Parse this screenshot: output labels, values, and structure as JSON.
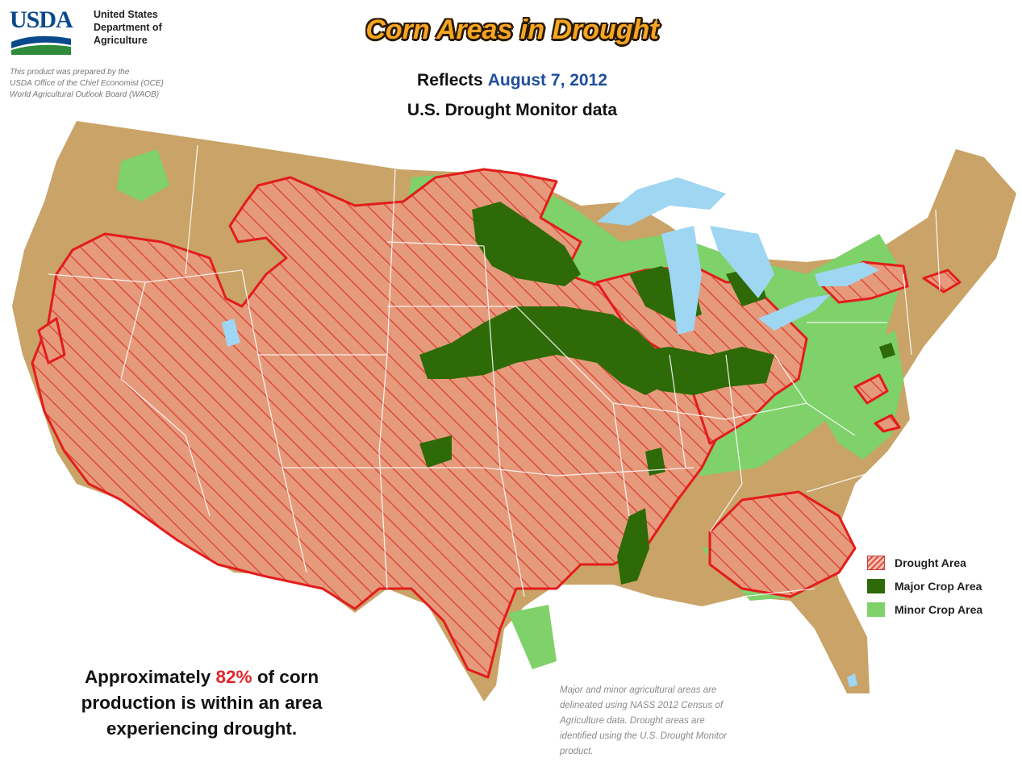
{
  "logo": {
    "wordmark": "USDA",
    "dept_line1": "United States",
    "dept_line2": "Department of",
    "dept_line3": "Agriculture",
    "prepared_line1": "This product was prepared by the",
    "prepared_line2": "USDA Office of the Chief Economist (OCE)",
    "prepared_line3": "World Agricultural Outlook Board (WAOB)"
  },
  "header": {
    "title": "Corn Areas in Drought",
    "reflects_label": "Reflects",
    "date": "August 7, 2012",
    "subtitle": "U.S. Drought Monitor data"
  },
  "legend": {
    "items": [
      {
        "label": "Drought Area",
        "color": "#e0533f"
      },
      {
        "label": "Major Crop Area",
        "color": "#2e6a07"
      },
      {
        "label": "Minor Crop Area",
        "color": "#7fd16a"
      }
    ]
  },
  "stat": {
    "prefix": "Approximately",
    "percent": "82%",
    "line1_suffix": "of corn",
    "line2": "production is within an area",
    "line3": "experiencing drought."
  },
  "note": {
    "line1": "Major and minor agricultural areas are",
    "line2": "delineated using NASS 2012 Census of",
    "line3": "Agriculture data.  Drought areas are",
    "line4": "identified using the U.S. Drought Monitor",
    "line5": "product."
  },
  "colors": {
    "land": "#c9a367",
    "water": "#9fd6f2",
    "drought_outline": "#e31c1c",
    "major_crop": "#2e6a07",
    "minor_crop": "#7fd16a",
    "title": "#f6a623",
    "date": "#1f4f9a",
    "stat_percent": "#e3262a"
  }
}
